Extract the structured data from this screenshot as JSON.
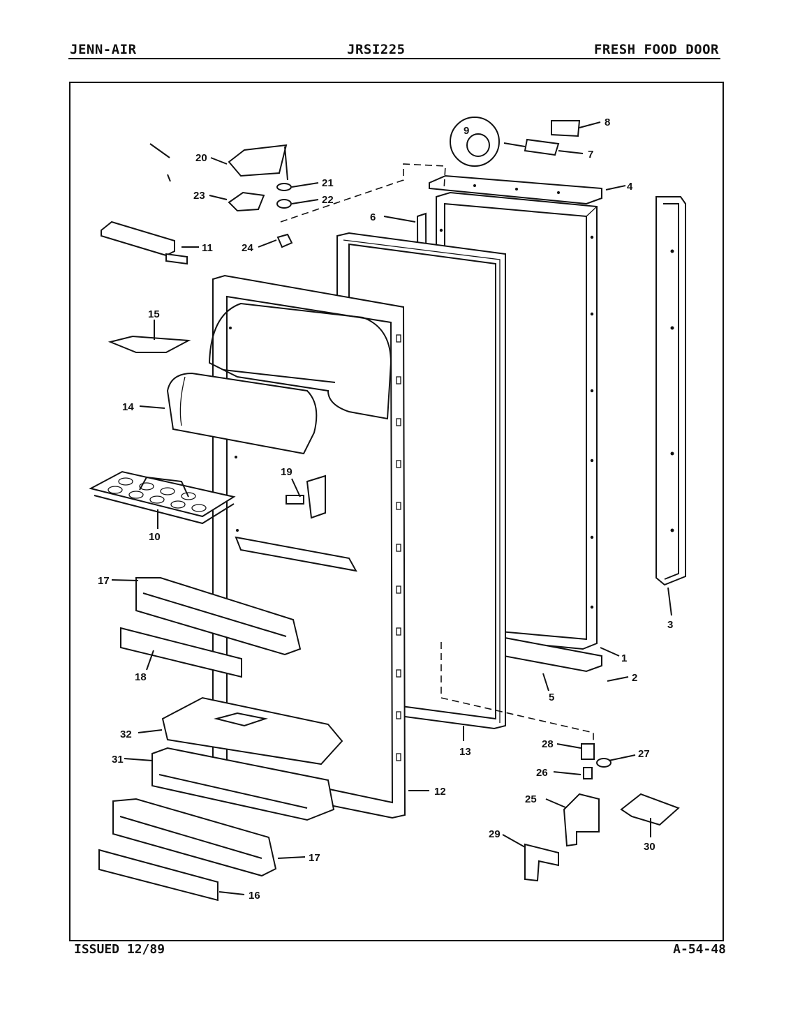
{
  "header": {
    "brand": "JENN-AIR",
    "model": "JRSI225",
    "section": "FRESH FOOD DOOR"
  },
  "footer": {
    "issued": "ISSUED 12/89",
    "code": "A-54-48"
  },
  "callouts": {
    "c1": "1",
    "c2": "2",
    "c3": "3",
    "c4": "4",
    "c5": "5",
    "c6": "6",
    "c7": "7",
    "c8": "8",
    "c9": "9",
    "c10": "10",
    "c11": "11",
    "c12": "12",
    "c13": "13",
    "c14": "14",
    "c15": "15",
    "c16": "16",
    "c17a": "17",
    "c17b": "17",
    "c18": "18",
    "c19": "19",
    "c20": "20",
    "c21": "21",
    "c22": "22",
    "c23": "23",
    "c24": "24",
    "c25": "25",
    "c26": "26",
    "c27": "27",
    "c28": "28",
    "c29": "29",
    "c30": "30",
    "c31": "31",
    "c32": "32"
  }
}
